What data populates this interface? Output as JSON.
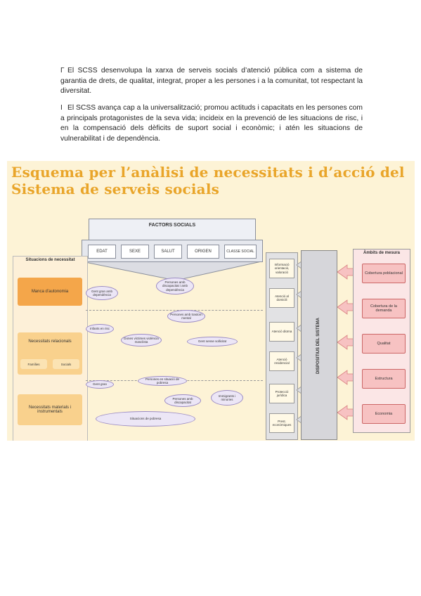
{
  "paragraphs": [
    {
      "bullet": "Γ",
      "text": "El SCSS desenvolupa la xarxa de serveis socials d’atenció pública com a sistema de garantia de drets, de qualitat, integrat, proper a les persones i a la comunitat, tot respectant la diversitat."
    },
    {
      "bullet": "Ι",
      "text": "El SCSS avança cap a la universalització; promou actituds i capacitats en les persones com a principals protagonistes de la seva vida; incideix en la prevenció de les situacions de risc, i en la compensació dels dèficits de suport social i econòmic; i atén les situacions de vulnerabilitat i de dependència."
    }
  ],
  "figure": {
    "title_line1": "Esquema per l’anàlisi de necessitats i d’acció del",
    "title_line2": "Sistema de serveis socials",
    "factors_title": "FACTORS SOCIALS",
    "factors": [
      "EDAT",
      "SEXE",
      "SALUT",
      "ORIGEN",
      "CLASSE SOCIAL"
    ],
    "left_title": "Situacions de necessitat",
    "left_items": {
      "autonomy": "Manca d’autonomia",
      "relational": "Necessitats relacionals",
      "families": "Famílies",
      "social": "Socials",
      "material": "Necessitats materials i instrumentals"
    },
    "pills": [
      "Gent gran amb dependència",
      "Persones amb discapacitat i amb dependència",
      "Infants en risc",
      "Persones amb trastorn mental",
      "Dones víctimes violència masclista",
      "Gent sense sollicitat",
      "Gent gran",
      "Persones en situació de pobresa",
      "Persones amb discapacitat",
      "Immigrants i minories",
      "Situacions de pobresa"
    ],
    "system_items": [
      "Informació orientació, valoració",
      "Atenció al domicili",
      "Atenció diürna",
      "Atenció residencial",
      "Protecció jurídica",
      "Prest. econòmiques"
    ],
    "system_label": "DISPOSITIUS DEL SISTEMA",
    "right_title": "Àmbits de mesura",
    "right_items": [
      "Cobertura poblacional",
      "Cobertura de la demanda",
      "Qualitat",
      "Estructura",
      "Economia"
    ],
    "colors": {
      "title": "#e9a52a",
      "background": "#fdf3d6",
      "autonomy": "#f4a64a",
      "relational": "#f9d18d",
      "measure": "#f7c2c2",
      "arrow": "#e68c8c",
      "pill": "#ece6f6"
    }
  }
}
